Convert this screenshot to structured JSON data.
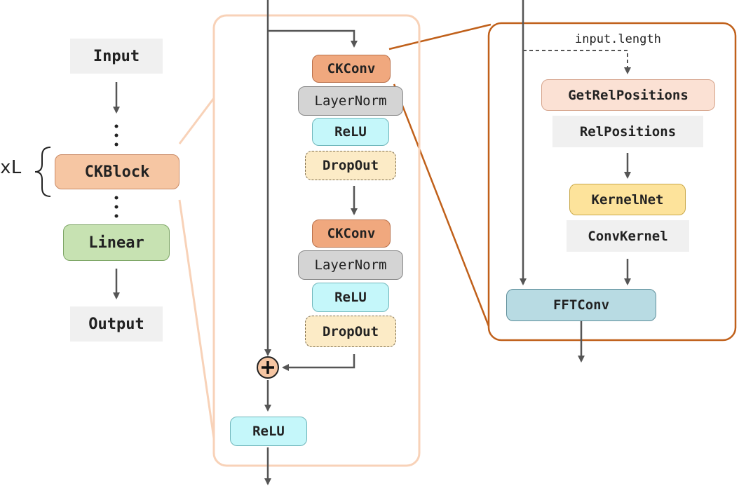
{
  "left_column": {
    "input_label": "Input",
    "block_label": "CKBlock",
    "repeat_label": "xL",
    "linear_label": "Linear",
    "output_label": "Output"
  },
  "ckblock_detail": {
    "first_stage": {
      "ckconv_label": "CKConv",
      "layernorm_label": "LayerNorm",
      "relu_label": "ReLU",
      "dropout_label": "DropOut"
    },
    "second_stage": {
      "ckconv_label": "CKConv",
      "layernorm_label": "LayerNorm",
      "relu_label": "ReLU",
      "dropout_label": "DropOut"
    },
    "sum_symbol": "+",
    "final_relu_label": "ReLU"
  },
  "ckconv_detail": {
    "input_length_label": "input.length",
    "get_rel_positions_label": "GetRelPositions",
    "rel_positions_label": "RelPositions",
    "kernelnet_label": "KernelNet",
    "conv_kernel_label": "ConvKernel",
    "fftconv_label": "FFTConv"
  },
  "colors": {
    "arrow": "#555555",
    "ckblock_frame": "#f6c6a3",
    "ckconv_frame": "#c0601a",
    "sum_fill": "#f6c6a3"
  }
}
